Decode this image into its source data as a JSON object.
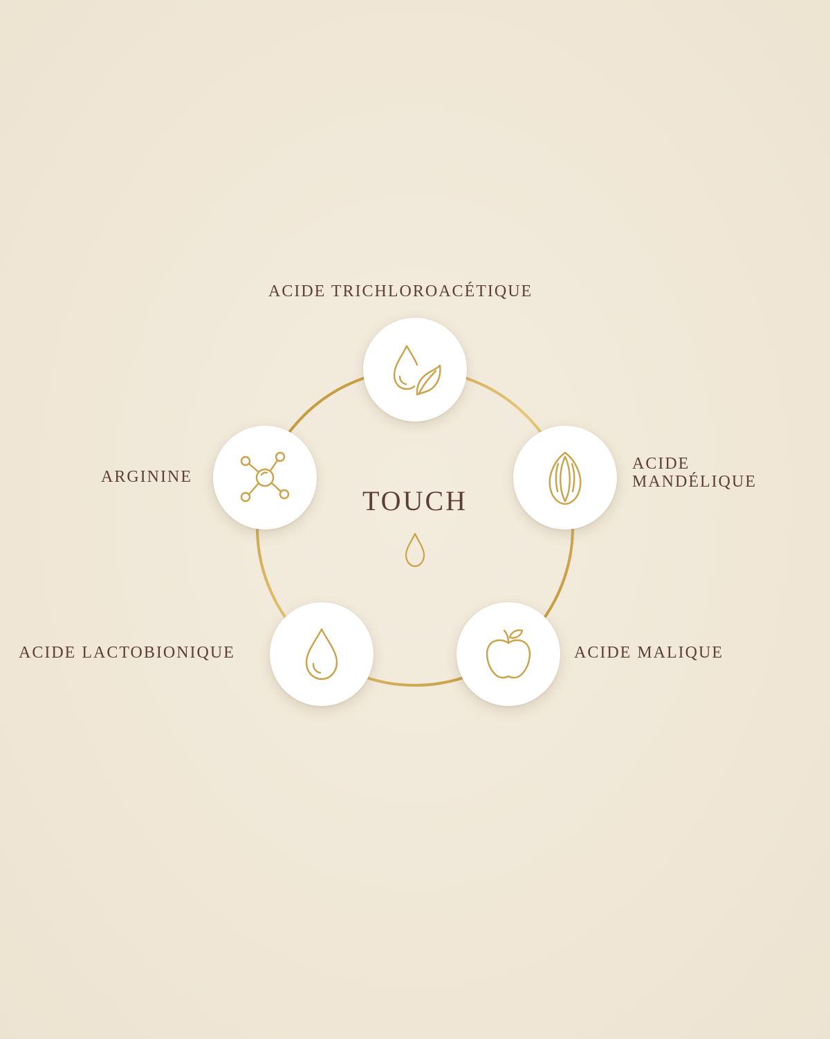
{
  "center": {
    "title": "TOUCH",
    "icon": "drop-icon"
  },
  "ingredients": [
    {
      "label": "ACIDE TRICHLOROACÉTIQUE",
      "icon": "drop-leaf-icon"
    },
    {
      "label_line1": "ACIDE",
      "label_line2": "MANDÉLIQUE",
      "icon": "almond-icon"
    },
    {
      "label": "ACIDE MALIQUE",
      "icon": "apple-icon"
    },
    {
      "label": "ACIDE LACTOBIONIQUE",
      "icon": "drop-icon"
    },
    {
      "label": "ARGININE",
      "icon": "molecule-icon"
    }
  ],
  "colors": {
    "background": "#f1e9da",
    "gold": "#c9a24a",
    "text": "#5b3f37",
    "node": "#ffffff"
  }
}
